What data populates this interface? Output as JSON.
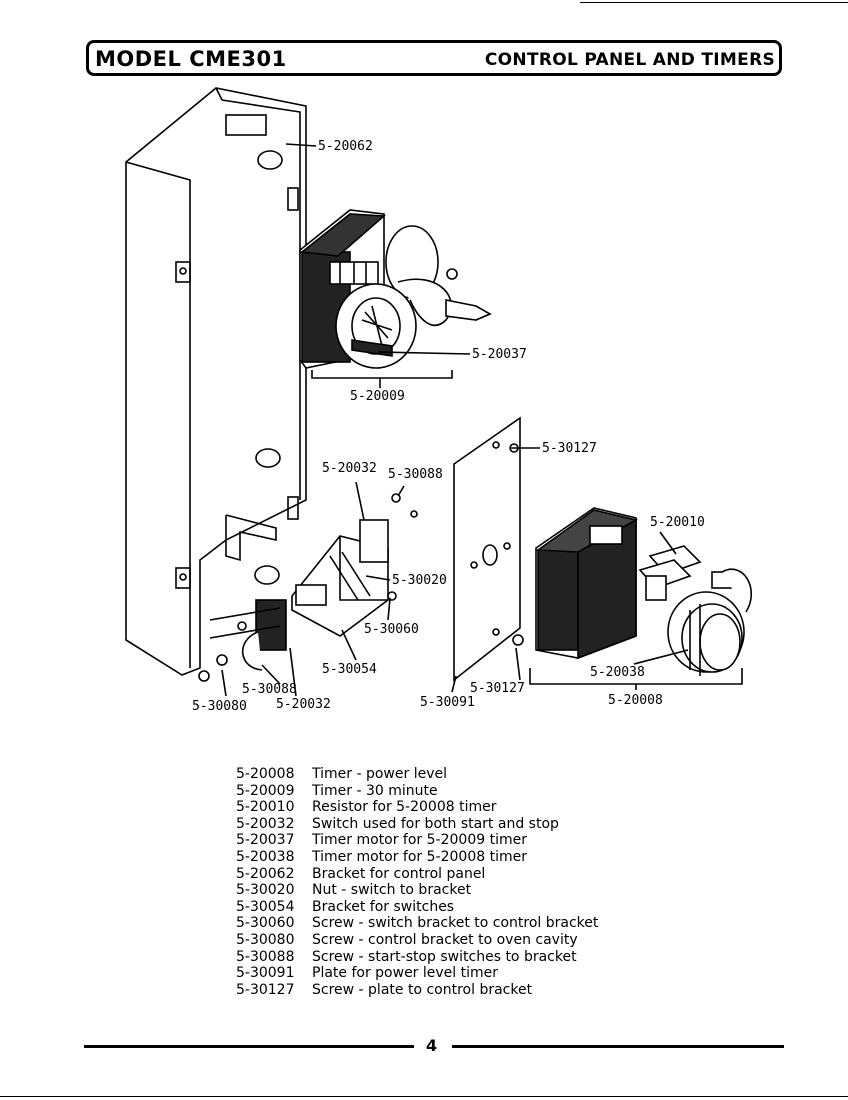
{
  "header": {
    "model": "MODEL  CME301",
    "title": "CONTROL PANEL AND TIMERS"
  },
  "callouts": {
    "c1": "5-20062",
    "c2": "5-20037",
    "c3": "5-20009",
    "c4": "5-30127",
    "c5": "5-20032",
    "c6": "5-30088",
    "c7": "5-20010",
    "c8": "5-30020",
    "c9": "5-30060",
    "c10": "5-30054",
    "c11": "5-30088",
    "c12": "5-30080",
    "c13": "5-20032",
    "c14": "5-30127",
    "c15": "5-30091",
    "c16": "5-20038",
    "c17": "5-20008"
  },
  "parts": [
    {
      "number": "5-20008",
      "description": "Timer - power level"
    },
    {
      "number": "5-20009",
      "description": "Timer - 30 minute"
    },
    {
      "number": "5-20010",
      "description": "Resistor for 5-20008 timer"
    },
    {
      "number": "5-20032",
      "description": "Switch used for both start and stop"
    },
    {
      "number": "5-20037",
      "description": "Timer motor for 5-20009 timer"
    },
    {
      "number": "5-20038",
      "description": "Timer motor for 5-20008 timer"
    },
    {
      "number": "5-20062",
      "description": "Bracket for control panel"
    },
    {
      "number": "5-30020",
      "description": "Nut - switch to bracket"
    },
    {
      "number": "5-30054",
      "description": "Bracket for switches"
    },
    {
      "number": "5-30060",
      "description": "Screw - switch bracket to control bracket"
    },
    {
      "number": "5-30080",
      "description": "Screw - control bracket to oven cavity"
    },
    {
      "number": "5-30088",
      "description": "Screw - start-stop switches to bracket"
    },
    {
      "number": "5-30091",
      "description": "Plate for power level timer"
    },
    {
      "number": "5-30127",
      "description": "Screw - plate to control bracket"
    }
  ],
  "footer": {
    "page_number": "4"
  }
}
